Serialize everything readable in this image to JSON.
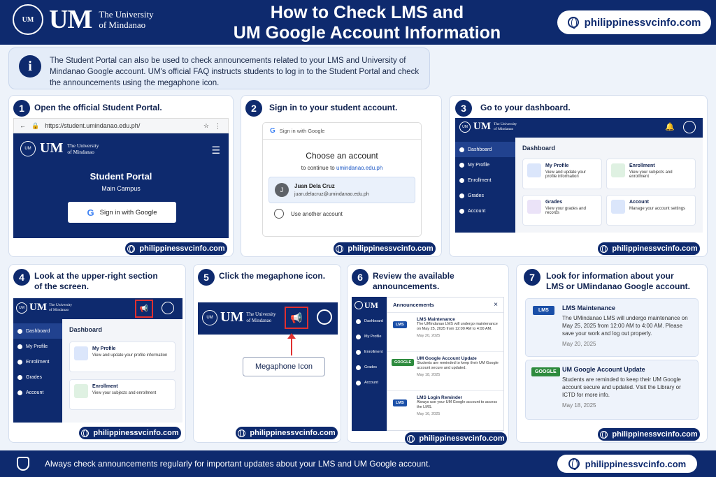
{
  "header": {
    "seal_text": "UM",
    "um": "UM",
    "univ_line1": "The University",
    "univ_line2": "of Mindanao",
    "title_line1": "How to Check LMS and",
    "title_line2": "UM Google Account Information",
    "site": "philippinessvcinfo.com"
  },
  "intro": "The Student Portal can also be used to check announcements related to your LMS and University of Mindanao Google account. UM's official FAQ instructs students to log in to the Student Portal and check the announcements using the megaphone icon.",
  "steps": [
    {
      "num": "1",
      "text": "Open the official Student Portal."
    },
    {
      "num": "2",
      "text": "Sign in to your student account."
    },
    {
      "num": "3",
      "text": "Go to your dashboard."
    },
    {
      "num": "4",
      "text": "Look at the upper-right section of the screen."
    },
    {
      "num": "5",
      "text": "Click the megaphone icon."
    },
    {
      "num": "6",
      "text": "Review the available announcements."
    },
    {
      "num": "7",
      "text": "Look for information about your LMS or UMindanao Google account."
    }
  ],
  "browser": {
    "url": "https://student.umindanao.edu.ph/",
    "portal_title": "Student Portal",
    "campus": "Main Campus",
    "signin": "Sign in with Google"
  },
  "google": {
    "header": "Sign in with Google",
    "choose": "Choose an account",
    "continue_prefix": "to continue to",
    "continue_domain": "umindanao.edu.ph",
    "name": "Juan Dela Cruz",
    "email": "juan.delacruz@umindanao.edu.ph",
    "initial": "J",
    "other": "Use another account"
  },
  "dashboard": {
    "title": "Dashboard",
    "nav": [
      "Dashboard",
      "My Profile",
      "Enrollment",
      "Grades",
      "Account"
    ],
    "tiles": [
      {
        "title": "My Profile",
        "desc": "View and update your profile information"
      },
      {
        "title": "Enrollment",
        "desc": "View your subjects and enrollment"
      },
      {
        "title": "Grades",
        "desc": "View your grades and records"
      },
      {
        "title": "Account",
        "desc": "Manage your account settings"
      }
    ]
  },
  "megaphone_label": "Megaphone Icon",
  "announce_panel": {
    "title": "Announcements",
    "close": "×",
    "items": [
      {
        "badge": "LMS",
        "title": "LMS Maintenance",
        "body": "The UMindanao LMS will undergo maintenance on May 25, 2025 from 12:00 AM to 4:00 AM.",
        "date": "May 20, 2025"
      },
      {
        "badge": "GOOGLE",
        "title": "UM Google Account Update",
        "body": "Students are reminded to keep their UM Google account secure and updated.",
        "date": "May 18, 2025"
      },
      {
        "badge": "LMS",
        "title": "LMS Login Reminder",
        "body": "Always use your UM Google account to access the LMS.",
        "date": "May 16, 2025"
      }
    ]
  },
  "final": [
    {
      "badge": "LMS",
      "title": "LMS Maintenance",
      "body": "The UMindanao LMS will undergo maintenance on May 25, 2025 from 12:00 AM to 4:00 AM. Please save your work and log out properly.",
      "date": "May 20, 2025"
    },
    {
      "badge": "GOOGLE",
      "title": "UM Google Account Update",
      "body": "Students are reminded to keep their UM Google account secure and updated. Visit the Library or ICTD for more info.",
      "date": "May 18, 2025"
    }
  ],
  "footer": {
    "text": "Always check announcements regularly for important updates about your LMS and UM Google account.",
    "site": "philippinessvcinfo.com"
  },
  "colors": {
    "navy": "#0e2a6e",
    "lms_badge": "#1a4fa8",
    "google_badge": "#2e8b3e"
  }
}
